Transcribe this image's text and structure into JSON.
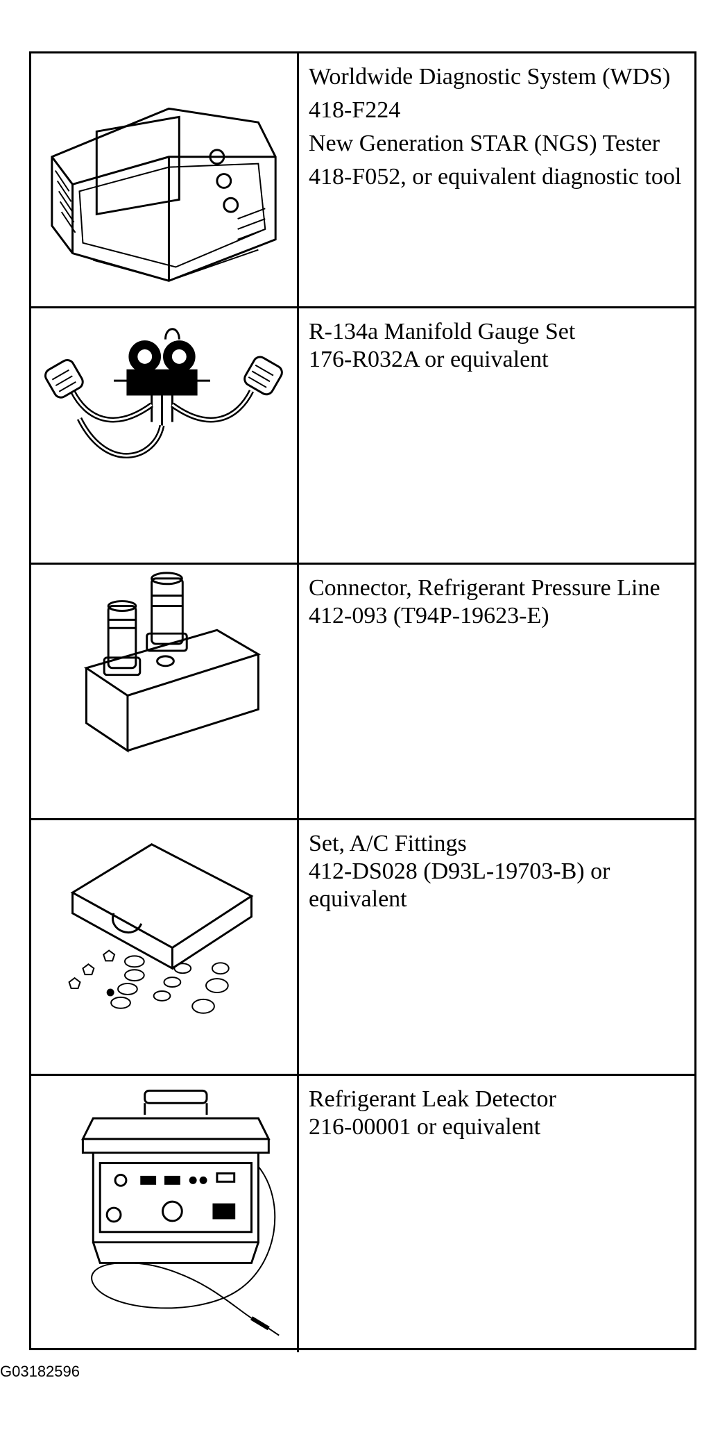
{
  "tools": [
    {
      "icon": "diagnostic-tester-icon",
      "lines": [
        "Worldwide Diagnostic System (WDS)",
        "418-F224",
        "New Generation STAR (NGS) Tester",
        "418-F052, or equivalent diagnostic tool"
      ]
    },
    {
      "icon": "manifold-gauge-set-icon",
      "lines": [
        "R-134a Manifold Gauge Set",
        "176-R032A or equivalent"
      ]
    },
    {
      "icon": "pressure-line-connector-icon",
      "lines": [
        "Connector, Refrigerant Pressure Line",
        "412-093 (T94P-19623-E)"
      ]
    },
    {
      "icon": "ac-fittings-case-icon",
      "lines": [
        "Set, A/C Fittings",
        "412-DS028 (D93L-19703-B) or equivalent"
      ]
    },
    {
      "icon": "leak-detector-icon",
      "lines": [
        "Refrigerant Leak Detector",
        "216-00001 or equivalent"
      ]
    }
  ],
  "figure_id": "G03182596"
}
